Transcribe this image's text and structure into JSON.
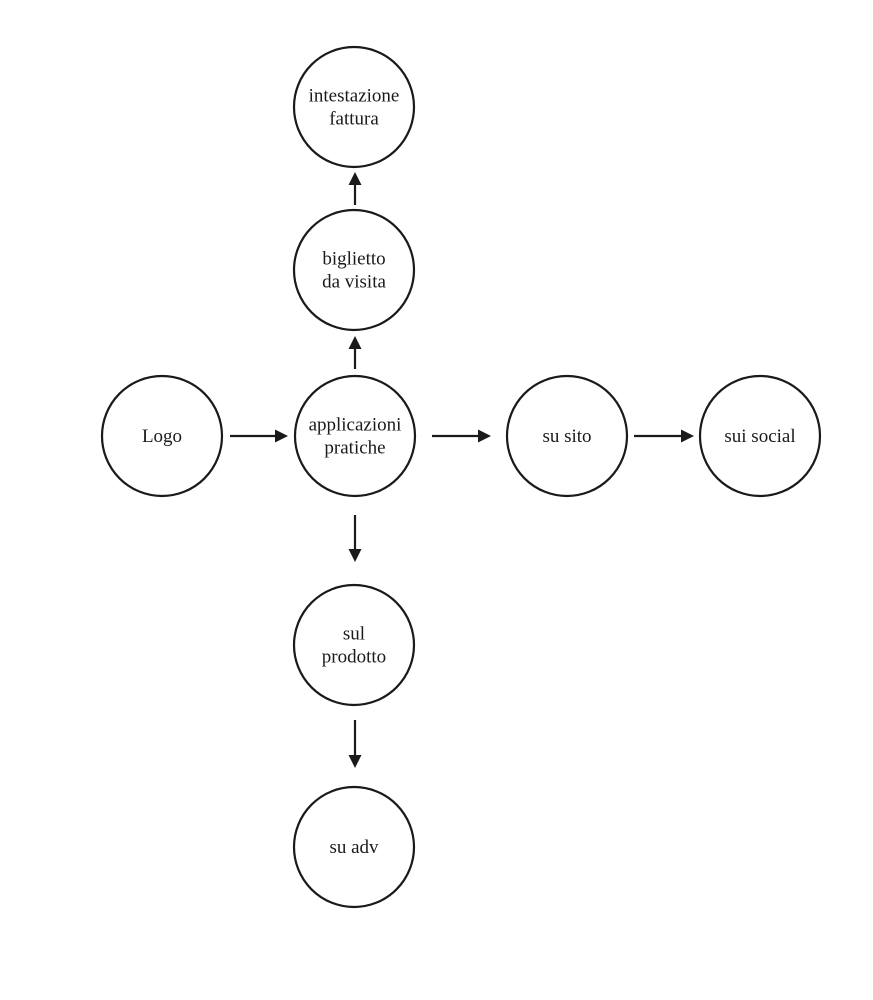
{
  "diagram": {
    "nodes": [
      {
        "id": "logo",
        "lines": [
          "Logo"
        ]
      },
      {
        "id": "applicazioni",
        "lines": [
          "applicazioni",
          "pratiche"
        ]
      },
      {
        "id": "sito",
        "lines": [
          "su sito"
        ]
      },
      {
        "id": "social",
        "lines": [
          "sui social"
        ]
      },
      {
        "id": "biglietto",
        "lines": [
          "biglietto",
          "da visita"
        ]
      },
      {
        "id": "intestazione",
        "lines": [
          "intestazione",
          "fattura"
        ]
      },
      {
        "id": "prodotto",
        "lines": [
          "sul",
          "prodotto"
        ]
      },
      {
        "id": "adv",
        "lines": [
          "su adv"
        ]
      }
    ],
    "edges": [
      {
        "from": "logo",
        "to": "applicazioni"
      },
      {
        "from": "applicazioni",
        "to": "sito"
      },
      {
        "from": "sito",
        "to": "social"
      },
      {
        "from": "applicazioni",
        "to": "biglietto"
      },
      {
        "from": "biglietto",
        "to": "intestazione"
      },
      {
        "from": "applicazioni",
        "to": "prodotto"
      },
      {
        "from": "prodotto",
        "to": "adv"
      }
    ],
    "colors": {
      "stroke": "#1a1a1a",
      "background": "#ffffff"
    }
  }
}
